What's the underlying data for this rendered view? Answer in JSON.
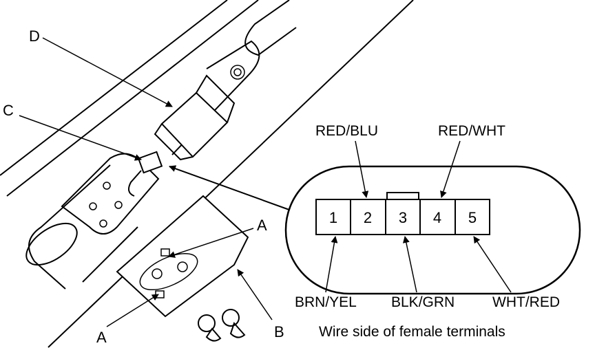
{
  "callouts": {
    "a_top": "A",
    "a_bottom": "A",
    "b": "B",
    "c": "C",
    "d": "D"
  },
  "connector": {
    "pins": [
      "1",
      "2",
      "3",
      "4",
      "5"
    ],
    "wires": {
      "pin2": "RED/BLU",
      "pin4": "RED/WHT",
      "pin1": "BRN/YEL",
      "pin3": "BLK/GRN",
      "pin5": "WHT/RED"
    },
    "caption": "Wire side of female terminals"
  }
}
